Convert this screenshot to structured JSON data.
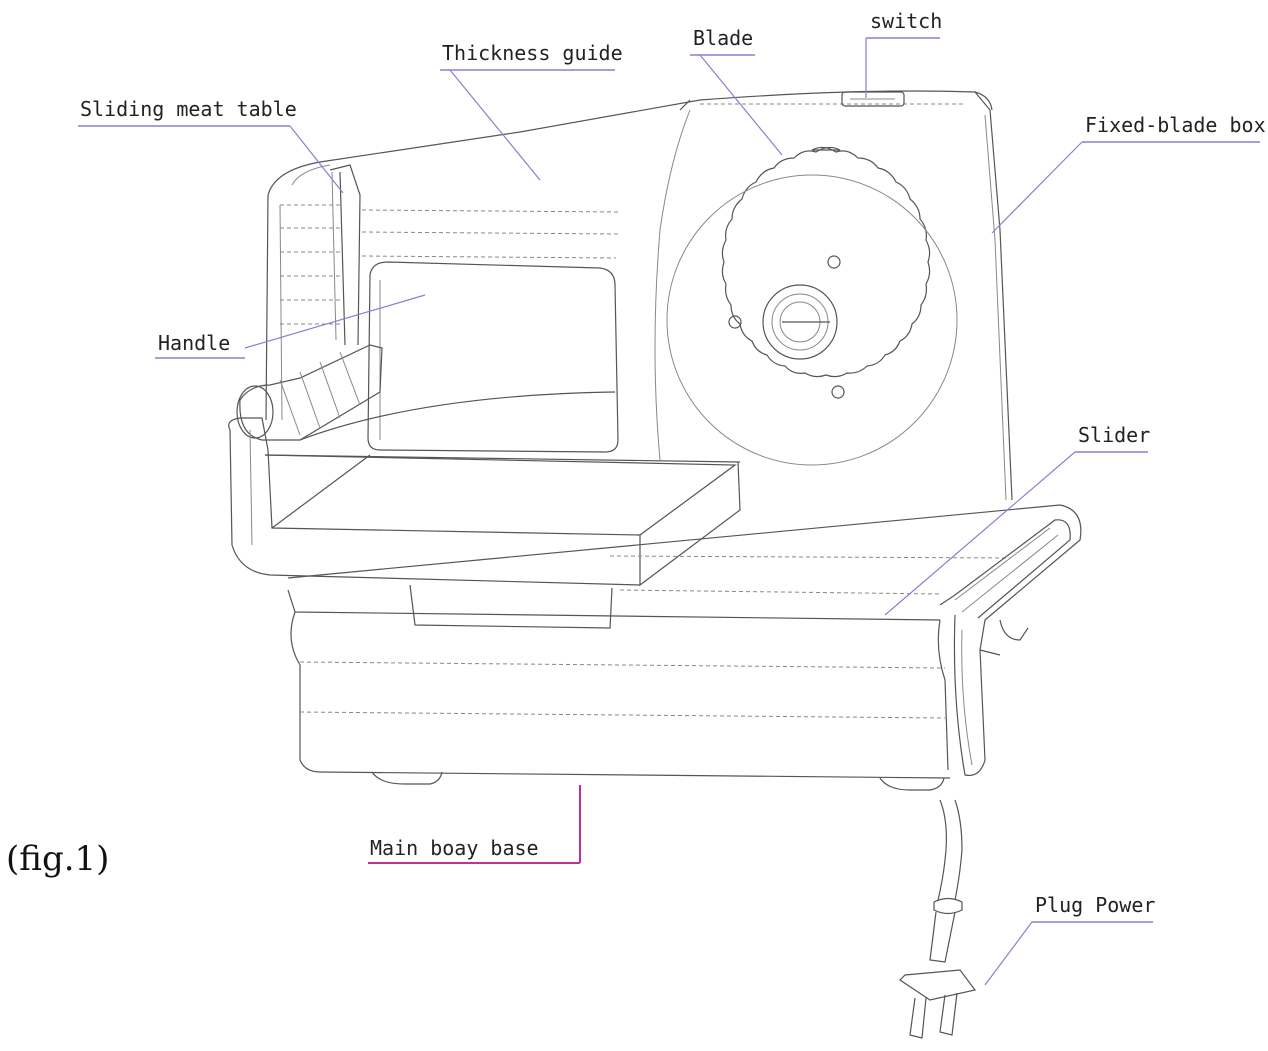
{
  "figure": {
    "caption": "(fig.1)",
    "labels": {
      "switch": "switch",
      "blade": "Blade",
      "thickness_guide": "Thickness guide",
      "sliding_meat_table": "Sliding meat table",
      "fixed_blade_box": "Fixed-blade box",
      "handle": "Handle",
      "slider": "Slider",
      "main_body_base": "Main boay base",
      "plug_power": "Plug Power"
    }
  },
  "colors": {
    "leader_line": "#8a7fd0",
    "base_leader": "#c0309a",
    "drawing_line": "#555555"
  }
}
